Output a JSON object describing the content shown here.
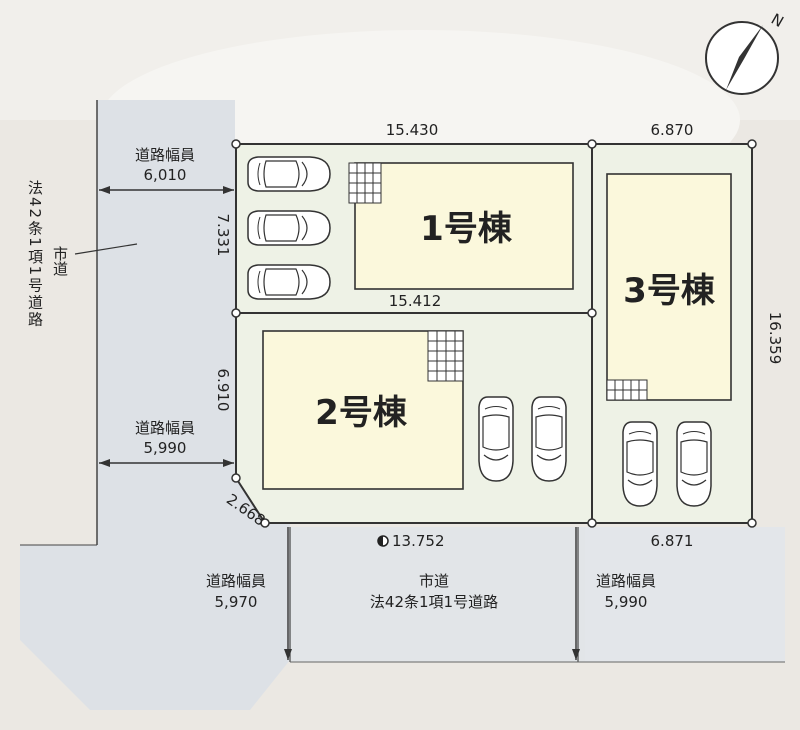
{
  "compass": {
    "north_label": "N"
  },
  "roads": {
    "west_width_top": {
      "title": "道路幅員",
      "value": "6,010"
    },
    "west_width_mid": {
      "title": "道路幅員",
      "value": "5,990"
    },
    "bottom_left_width": {
      "title": "道路幅員",
      "value": "5,970"
    },
    "bottom_right_width": {
      "title": "道路幅員",
      "value": "5,990"
    },
    "west_road_name_vertical": "法42条1項1号道路",
    "west_road_city": "市道",
    "south_road_city": "市道",
    "south_road_name": "法42条1項1号道路"
  },
  "dimensions": {
    "top_lot1": "15.430",
    "top_lot3": "6.870",
    "lot1_bottom": "15.412",
    "lot1_left": "7.331",
    "lot2_left": "6.910",
    "corner_cut": "2.668",
    "south_frontage": "13.752",
    "lot3_bottom": "6.871",
    "lot3_right": "16.359"
  },
  "buildings": {
    "b1": "1号棟",
    "b2": "2号棟",
    "b3": "3号棟"
  },
  "colors": {
    "lot_fill": "#f0f3e8",
    "house_fill": "#fbf8dc",
    "road_fill": "#dfe3e7",
    "line": "#333333"
  }
}
